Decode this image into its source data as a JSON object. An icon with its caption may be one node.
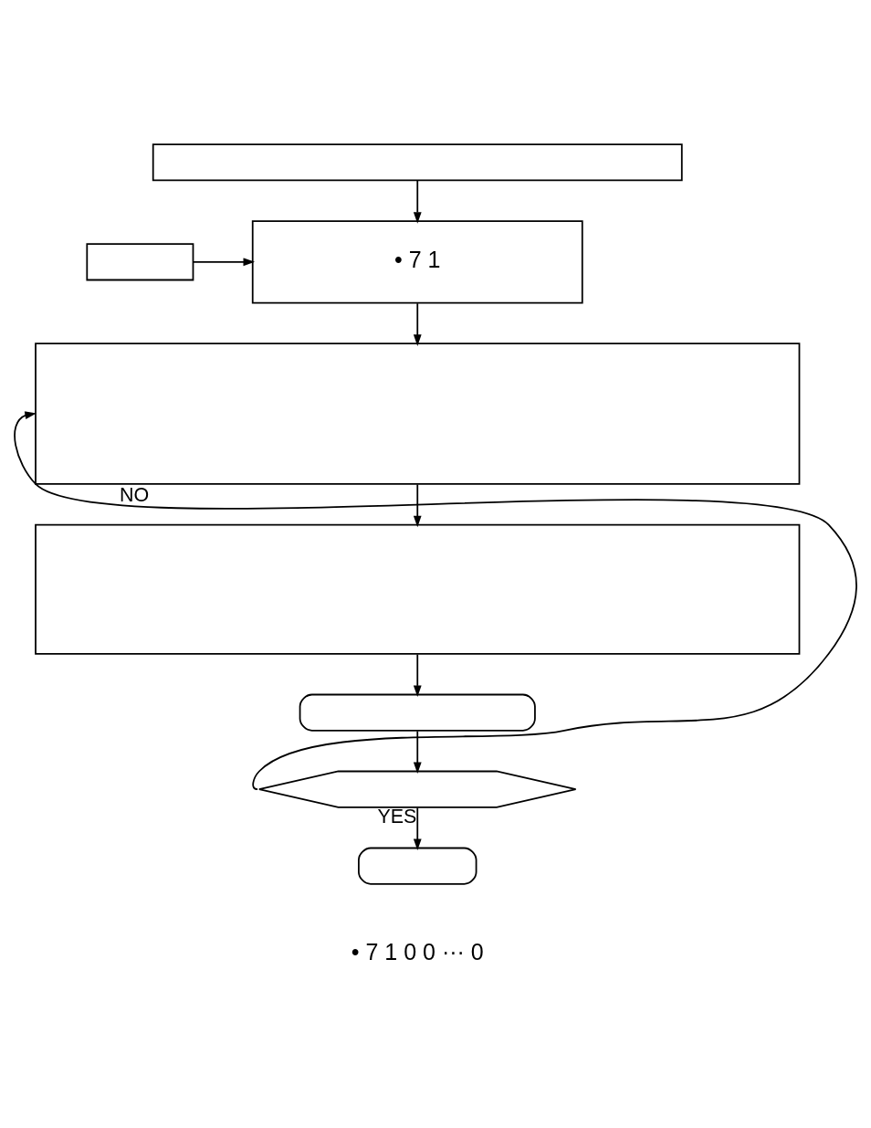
{
  "diagram": {
    "nodes": [
      {
        "text": [],
        "shape": "bar"
      },
      {
        "text": [],
        "shape": "box"
      },
      {
        "text": [
          "• 7 1"
        ]
      },
      {
        "text": [],
        "shape": "box"
      },
      {
        "text": [],
        "shape": "box"
      },
      {
        "text": [],
        "shape": "capsule"
      },
      {
        "text": [],
        "shape": "hexagon"
      },
      {
        "text": [],
        "shape": "capsule"
      }
    ],
    "edges": [
      {
        "from": 0,
        "to": 2,
        "arrow": "to"
      },
      {
        "from": 1,
        "to": 2,
        "arrow": "to"
      },
      {
        "from": 2,
        "to": 3,
        "arrow": "to"
      },
      {
        "from": 3,
        "to": 4,
        "arrow": "to"
      },
      {
        "from": 4,
        "to": 5,
        "arrow": "to"
      },
      {
        "from": 5,
        "to": 6,
        "arrow": "to"
      },
      {
        "from": 6,
        "to": 7,
        "label": "YES",
        "arrow": "to"
      },
      {
        "from": 6,
        "to": 3,
        "label": "NO",
        "arrow": "to"
      }
    ],
    "labels": [
      "• 7 1 0 0 ··· 0"
    ]
  }
}
